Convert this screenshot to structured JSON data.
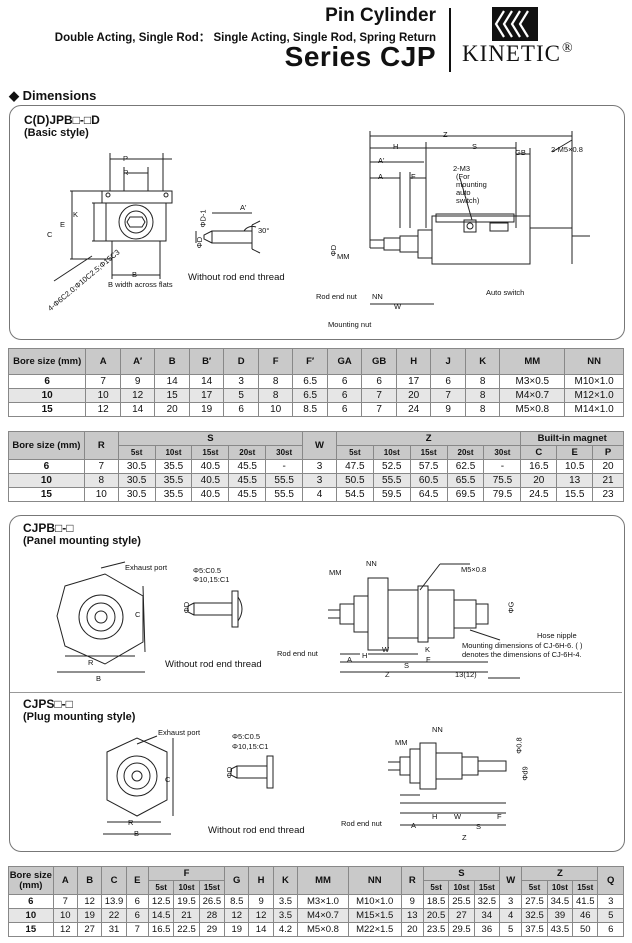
{
  "header": {
    "title": "Pin Cylinder",
    "subtitle": "Double Acting, Single Rod： Single Acting, Single Rod, Spring Return",
    "series": "Series CJP",
    "brand": "KINETIC",
    "registered": "®"
  },
  "section_title": "Dimensions",
  "panel1": {
    "title": "C(D)JPB□-□D",
    "subtitle": "(Basic style)",
    "caption": "Without rod end thread",
    "labels": {
      "P": "P",
      "R": "R",
      "J": "J",
      "K": "K",
      "E": "E",
      "C": "C",
      "B": "B",
      "B_width": "B width across flats",
      "holes": "4-Φ6C2.0;Φ10C2.5;Φ15C3",
      "D1": "ΦD-1",
      "A_prime": "A'",
      "deg30": "30°",
      "D": "ΦD",
      "Z": "Z",
      "H": "H",
      "S": "S",
      "GB": "GB",
      "A_prime_r": "A'",
      "A": "A",
      "F": "F",
      "M3": "2-M3",
      "M3_note": "(For mounting auto switch)",
      "M5": "2-M5×0.8",
      "D_r": "ΦD",
      "MM": "MM",
      "rod_end_nut": "Rod end nut",
      "NN": "NN",
      "W": "W",
      "auto_switch": "Auto switch",
      "mounting_nut": "Mounting nut"
    }
  },
  "table1": {
    "headers": [
      "Bore size (mm)",
      "A",
      "A′",
      "B",
      "B′",
      "D",
      "F",
      "F′",
      "GA",
      "GB",
      "H",
      "J",
      "K",
      "MM",
      "NN"
    ],
    "rows": [
      [
        "6",
        "7",
        "9",
        "14",
        "14",
        "3",
        "8",
        "6.5",
        "6",
        "6",
        "17",
        "6",
        "8",
        "M3×0.5",
        "M10×1.0"
      ],
      [
        "10",
        "10",
        "12",
        "15",
        "17",
        "5",
        "8",
        "6.5",
        "6",
        "7",
        "20",
        "7",
        "8",
        "M4×0.7",
        "M12×1.0"
      ],
      [
        "15",
        "12",
        "14",
        "20",
        "19",
        "6",
        "10",
        "8.5",
        "6",
        "7",
        "24",
        "9",
        "8",
        "M5×0.8",
        "M14×1.0"
      ]
    ]
  },
  "table2": {
    "h_bore": "Bore size (mm)",
    "h_R": "R",
    "h_S": "S",
    "h_W": "W",
    "h_Z": "Z",
    "h_magnet": "Built-in magnet",
    "strokes": [
      "5st",
      "10st",
      "15st",
      "20st",
      "30st"
    ],
    "magnet_cols": [
      "C",
      "E",
      "P"
    ],
    "rows": [
      [
        "6",
        "7",
        "30.5",
        "35.5",
        "40.5",
        "45.5",
        "-",
        "3",
        "47.5",
        "52.5",
        "57.5",
        "62.5",
        "-",
        "16.5",
        "10.5",
        "20"
      ],
      [
        "10",
        "8",
        "30.5",
        "35.5",
        "40.5",
        "45.5",
        "55.5",
        "3",
        "50.5",
        "55.5",
        "60.5",
        "65.5",
        "75.5",
        "20",
        "13",
        "21"
      ],
      [
        "15",
        "10",
        "30.5",
        "35.5",
        "40.5",
        "45.5",
        "55.5",
        "4",
        "54.5",
        "59.5",
        "64.5",
        "69.5",
        "79.5",
        "24.5",
        "15.5",
        "23"
      ]
    ]
  },
  "panel2": {
    "title": "CJPB□-□",
    "subtitle": "(Panel mounting style)",
    "caption": "Without rod end thread",
    "labels": {
      "exhaust": "Exhaust port",
      "chamfer1": "Φ5:C0.5",
      "chamfer2": "Φ10,15:C1",
      "D": "ΦD",
      "C": "C",
      "R": "R",
      "B": "B",
      "MM": "MM",
      "NN": "NN",
      "M5": "M5×0.8",
      "G": "ΦG",
      "rod_end_nut": "Rod end nut",
      "H": "H",
      "A": "A",
      "W": "W",
      "K": "K",
      "F": "F",
      "S": "S",
      "Z": "Z",
      "dim13": "13(12)",
      "hose_nipple": "Hose nipple",
      "note": "Mounting dimensions of CJ-6H-6. ( ) denotes the dimensions of CJ-6H-4."
    }
  },
  "panel3": {
    "title": "CJPS□-□",
    "subtitle": "(Plug mounting style)",
    "caption": "Without rod end thread",
    "labels": {
      "exhaust": "Exhaust port",
      "chamfer1": "Φ5:C0.5",
      "chamfer2": "Φ10,15:C1",
      "D": "ΦD",
      "C": "C",
      "R": "R",
      "B": "B",
      "MM": "MM",
      "NN": "NN",
      "d08": "Φ0.8",
      "d9": "Φd9",
      "rod_end_nut": "Rod end nut",
      "A": "A",
      "H": "H",
      "W": "W",
      "S": "S",
      "F": "F",
      "Z": "Z"
    }
  },
  "table3": {
    "headers": [
      "Bore size (mm)",
      "A",
      "B",
      "C",
      "E",
      "F",
      "G",
      "H",
      "K",
      "MM",
      "NN",
      "R",
      "S",
      "W",
      "Z",
      "Q"
    ],
    "strokes": [
      "5st",
      "10st",
      "15st"
    ],
    "rows": [
      [
        "6",
        "7",
        "12",
        "13.9",
        "6",
        "12.5",
        "19.5",
        "26.5",
        "8.5",
        "9",
        "3.5",
        "M3×1.0",
        "M10×1.0",
        "9",
        "18.5",
        "25.5",
        "32.5",
        "3",
        "27.5",
        "34.5",
        "41.5",
        "3"
      ],
      [
        "10",
        "10",
        "19",
        "22",
        "6",
        "14.5",
        "21",
        "28",
        "12",
        "12",
        "3.5",
        "M4×0.7",
        "M15×1.5",
        "13",
        "20.5",
        "27",
        "34",
        "4",
        "32.5",
        "39",
        "46",
        "5"
      ],
      [
        "15",
        "12",
        "27",
        "31",
        "7",
        "16.5",
        "22.5",
        "29",
        "19",
        "14",
        "4.2",
        "M5×0.8",
        "M22×1.5",
        "20",
        "23.5",
        "29.5",
        "36",
        "5",
        "37.5",
        "43.5",
        "50",
        "6"
      ]
    ]
  }
}
